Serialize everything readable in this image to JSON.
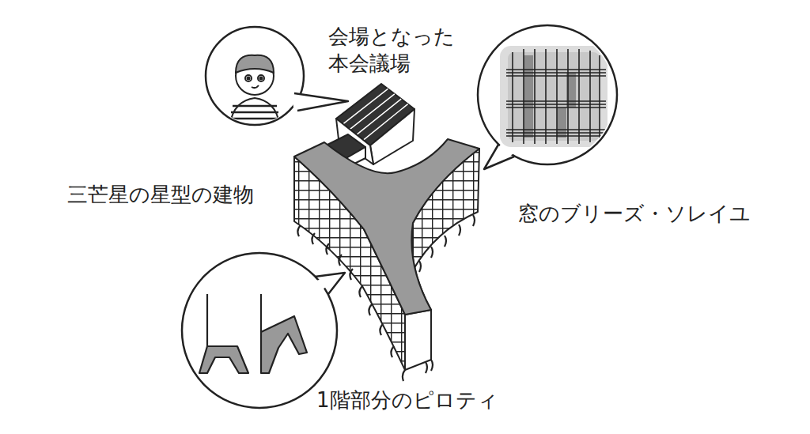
{
  "diagram": {
    "labels": [
      "会場となった 本会議場",
      "三芒星の星型の建物",
      "窓のブリーズ・ソレイユ",
      "1階部分のピロティ"
    ]
  }
}
